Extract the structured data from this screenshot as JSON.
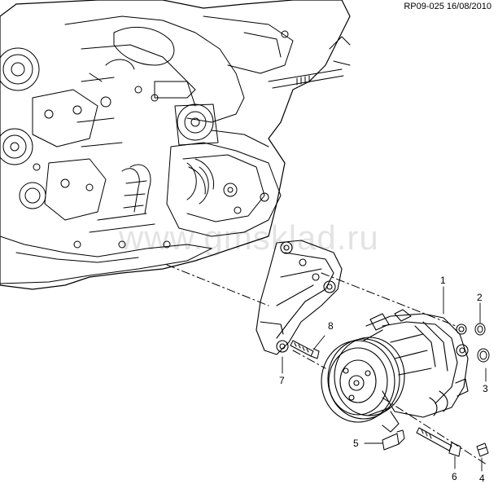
{
  "header": {
    "reference": "RP09-025 16/08/2010"
  },
  "watermark": {
    "text": "www.gmsklad.ru"
  },
  "callouts": [
    {
      "number": "1",
      "part": "compressor"
    },
    {
      "number": "2",
      "part": "seal-ring"
    },
    {
      "number": "3",
      "part": "seal-ring"
    },
    {
      "number": "4",
      "part": "plug"
    },
    {
      "number": "5",
      "part": "bolt"
    },
    {
      "number": "6",
      "part": "long-bolt"
    },
    {
      "number": "7",
      "part": "bracket"
    },
    {
      "number": "8",
      "part": "bolt"
    }
  ],
  "colors": {
    "line": "#000000",
    "background": "#ffffff",
    "watermark": "#d8d8d8"
  }
}
